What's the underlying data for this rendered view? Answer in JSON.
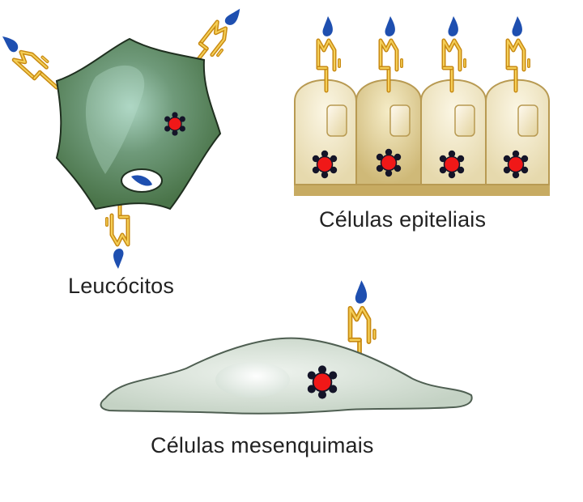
{
  "labels": {
    "leukocytes": "Leucócitos",
    "epithelial": "Células epiteliais",
    "mesenchymal": "Células mesenquimais"
  },
  "colors": {
    "leukocyte_body": "#4d7a4d",
    "leukocyte_highlight": "#8fbfa8",
    "epithelial_cell": "#efe7c8",
    "epithelial_base": "#c9ad66",
    "mesenchymal_body": "#d4ded4",
    "receptor_gold": "#d9a520",
    "receptor_tip_blue": "#1e4fb0",
    "nucleus_red": "#ee1c1c",
    "nucleus_dots": "#1a1a2e"
  },
  "icons": {
    "receptor": "receptor-icon",
    "virus_particle": "virus-particle-icon"
  }
}
